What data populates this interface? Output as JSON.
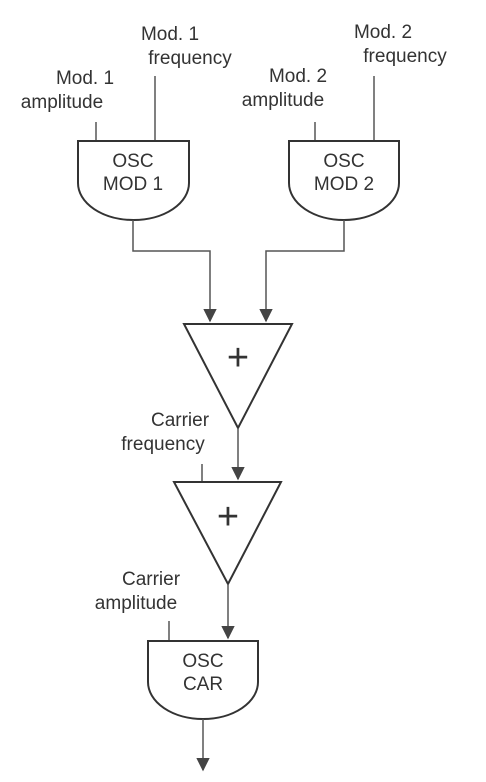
{
  "modules": {
    "osc_mod1": {
      "line1": "OSC",
      "line2": "MOD 1"
    },
    "osc_mod2": {
      "line1": "OSC",
      "line2": "MOD 2"
    },
    "osc_car": {
      "line1": "OSC",
      "line2": "CAR"
    }
  },
  "adders": {
    "adder1": {
      "symbol": "+"
    },
    "adder2": {
      "symbol": "+"
    }
  },
  "labels": {
    "mod1_amplitude": [
      "Mod. 1",
      "amplitude"
    ],
    "mod1_frequency": [
      "Mod. 1",
      "frequency"
    ],
    "mod2_amplitude": [
      "Mod. 2",
      "amplitude"
    ],
    "mod2_frequency": [
      "Mod. 2",
      "frequency"
    ],
    "carrier_frequency": [
      "Carrier",
      "frequency"
    ],
    "carrier_amplitude": [
      "Carrier",
      "amplitude"
    ]
  }
}
